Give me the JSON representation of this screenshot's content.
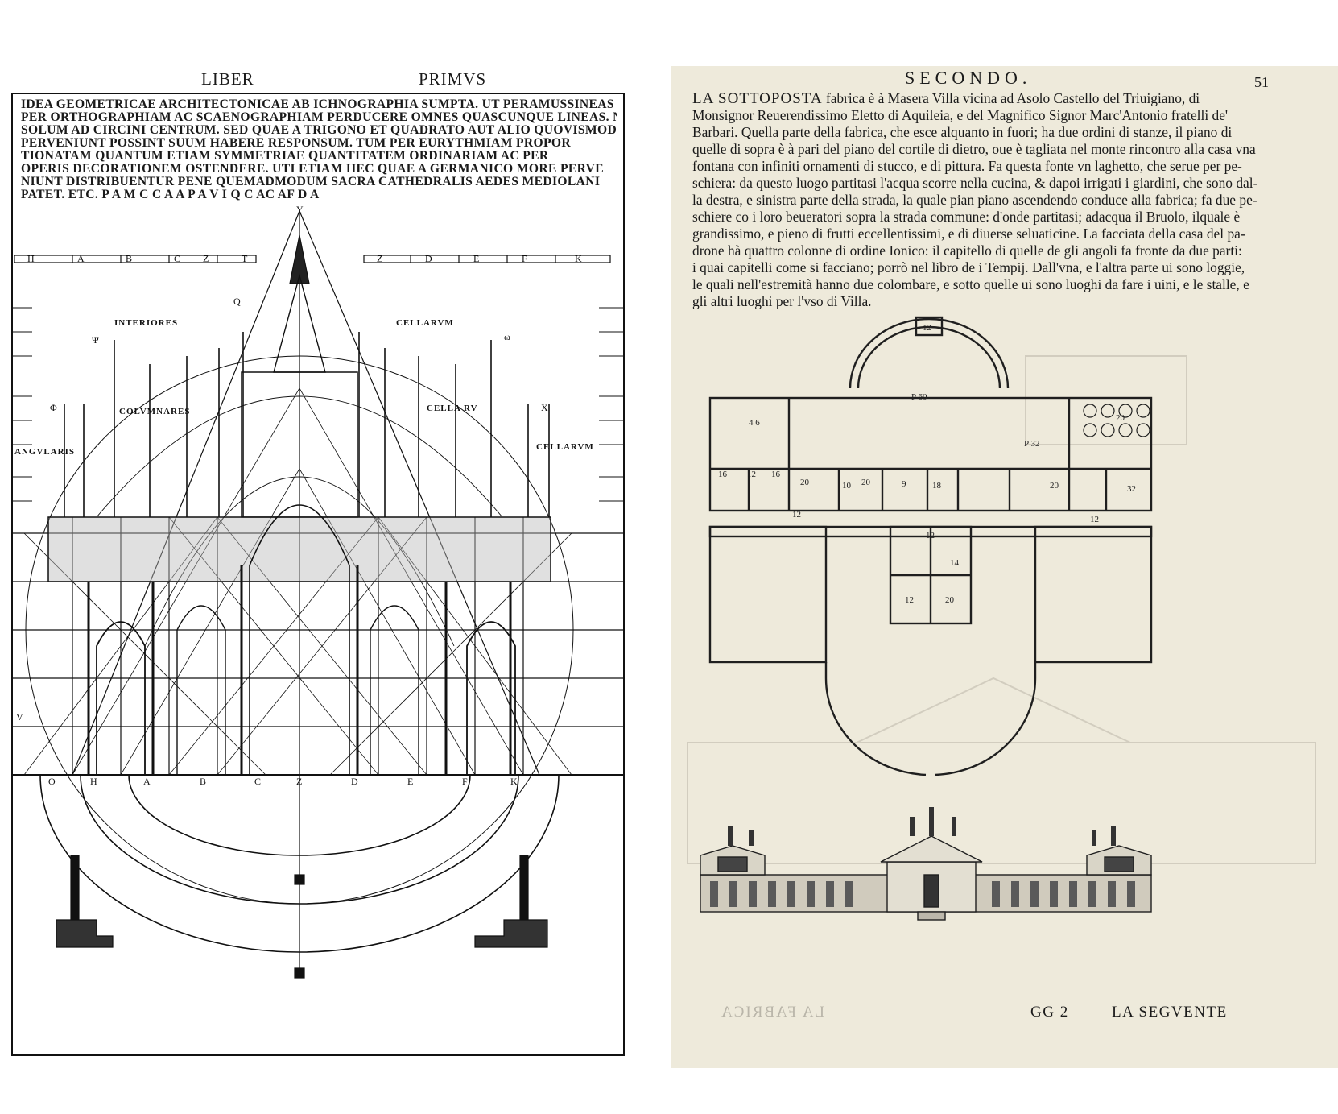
{
  "left_page": {
    "running_head_left": "LIBER",
    "running_head_right": "PRIMVS",
    "latin_caption_lines": [
      "Idea geometricae architectonicae ab ichnographia sumpta. ut peramussineas possint",
      "per orthographiam ac scaenographiam perducere omnes quascunque lineas. non",
      "solum ad circini centrum. sed quae a trigono et quadrato aut alio quovismodo",
      "perveniunt possint suum habere responsum. tum per eurythmiam propor",
      "tionatam quantum etiam symmetriae quantitatem ordinariam ac per",
      "operis decorationem ostendere. uti etiam hec quae a germanico more perve",
      "niunt distribuentur pene quemadmodum sacra cathedralis aedes mediolani",
      "patet. etc.      P A M C C A A P A V I Q C AC AF D A"
    ],
    "drawing_labels": {
      "apex": "Y",
      "top_scale_left": [
        "H",
        "A",
        "B",
        "C",
        "Z",
        "T"
      ],
      "top_scale_right": [
        "Z",
        "D",
        "E",
        "F",
        "K"
      ],
      "interiores": "INTERIORES",
      "cellarum_top": "CELLARVM",
      "columnares": "COLVMNARES",
      "cellarum_mid": "CELLA RV",
      "angularis": "ANGVLARIS",
      "cellarum_right": "CELLARVM",
      "psi": "Ψ",
      "omega": "ω",
      "phi": "Φ",
      "x_mark": "X",
      "q_mark": "Q",
      "v_mark": "V",
      "base_scale": [
        "O",
        "H",
        "A",
        "B",
        "C",
        "Z",
        "D",
        "E",
        "F",
        "K"
      ]
    }
  },
  "right_page": {
    "running_head": "SECONDO.",
    "folio": "51",
    "body_lines": [
      {
        "open": "LA SOTTOPOSTA",
        "text": " fabrica è à Masera Villa vicina ad Asolo Castello del Triuigiano, di"
      },
      {
        "open": "",
        "text": "Monsignor Reuerendissimo Eletto di Aquileia, e del Magnifico Signor Marc'Antonio fratelli de'"
      },
      {
        "open": "",
        "text": "Barbari. Quella parte della fabrica, che esce alquanto in fuori; ha due ordini di stanze, il piano di"
      },
      {
        "open": "",
        "text": "quelle di sopra è à pari del piano del cortile di dietro, oue è tagliata nel monte rincontro alla casa vna"
      },
      {
        "open": "",
        "text": "fontana con infiniti ornamenti di stucco, e di pittura. Fa questa fonte vn laghetto, che serue per pe-"
      },
      {
        "open": "",
        "text": "schiera: da questo luogo partitasi l'acqua scorre nella cucina, & dapoi irrigati i giardini, che sono dal-"
      },
      {
        "open": "",
        "text": "la destra, e sinistra parte della strada, la quale pian piano ascendendo conduce alla fabrica; fa due pe-"
      },
      {
        "open": "",
        "text": "schiere co i loro beueratori sopra la strada commune: d'onde partitasi; adacqua il Bruolo, ilquale è"
      },
      {
        "open": "",
        "text": "grandissimo, e pieno di frutti eccellentissimi, e di diuerse seluaticine. La facciata della casa del pa-"
      },
      {
        "open": "",
        "text": "drone hà quattro colonne di ordine Ionico: il capitello di quelle de gli angoli fa fronte da due parti:"
      },
      {
        "open": "",
        "text": "i quai capitelli come si facciano; porrò nel libro de i Tempij. Dall'vna, e l'altra parte ui sono loggie,"
      },
      {
        "open": "",
        "text": "le quali nell'estremità hanno due colombare, e sotto quelle ui sono luoghi da fare i uini, e le stalle, e"
      },
      {
        "open": "",
        "text": "gli altri luoghi per l'vso di Villa."
      }
    ],
    "plan_labels": {
      "top_room": "12",
      "rear_hall": "P 60",
      "left_top": "4 6",
      "right_top": "20",
      "r16a": "16",
      "r12a": "12",
      "r16b": "16",
      "r20a": "20",
      "r10": "10",
      "r20b": "20",
      "r9": "9",
      "r18": "18",
      "r32a": "P 32",
      "r20c": "20",
      "r32b": "32",
      "r12b": "12",
      "r12c": "12",
      "r14": "14",
      "r12d": "12",
      "r20d": "20",
      "r12e": "12"
    },
    "signature": "GG 2",
    "catchword": "LA SEGVENTE",
    "mirrored_bleedthrough": "LA FABRICA"
  }
}
